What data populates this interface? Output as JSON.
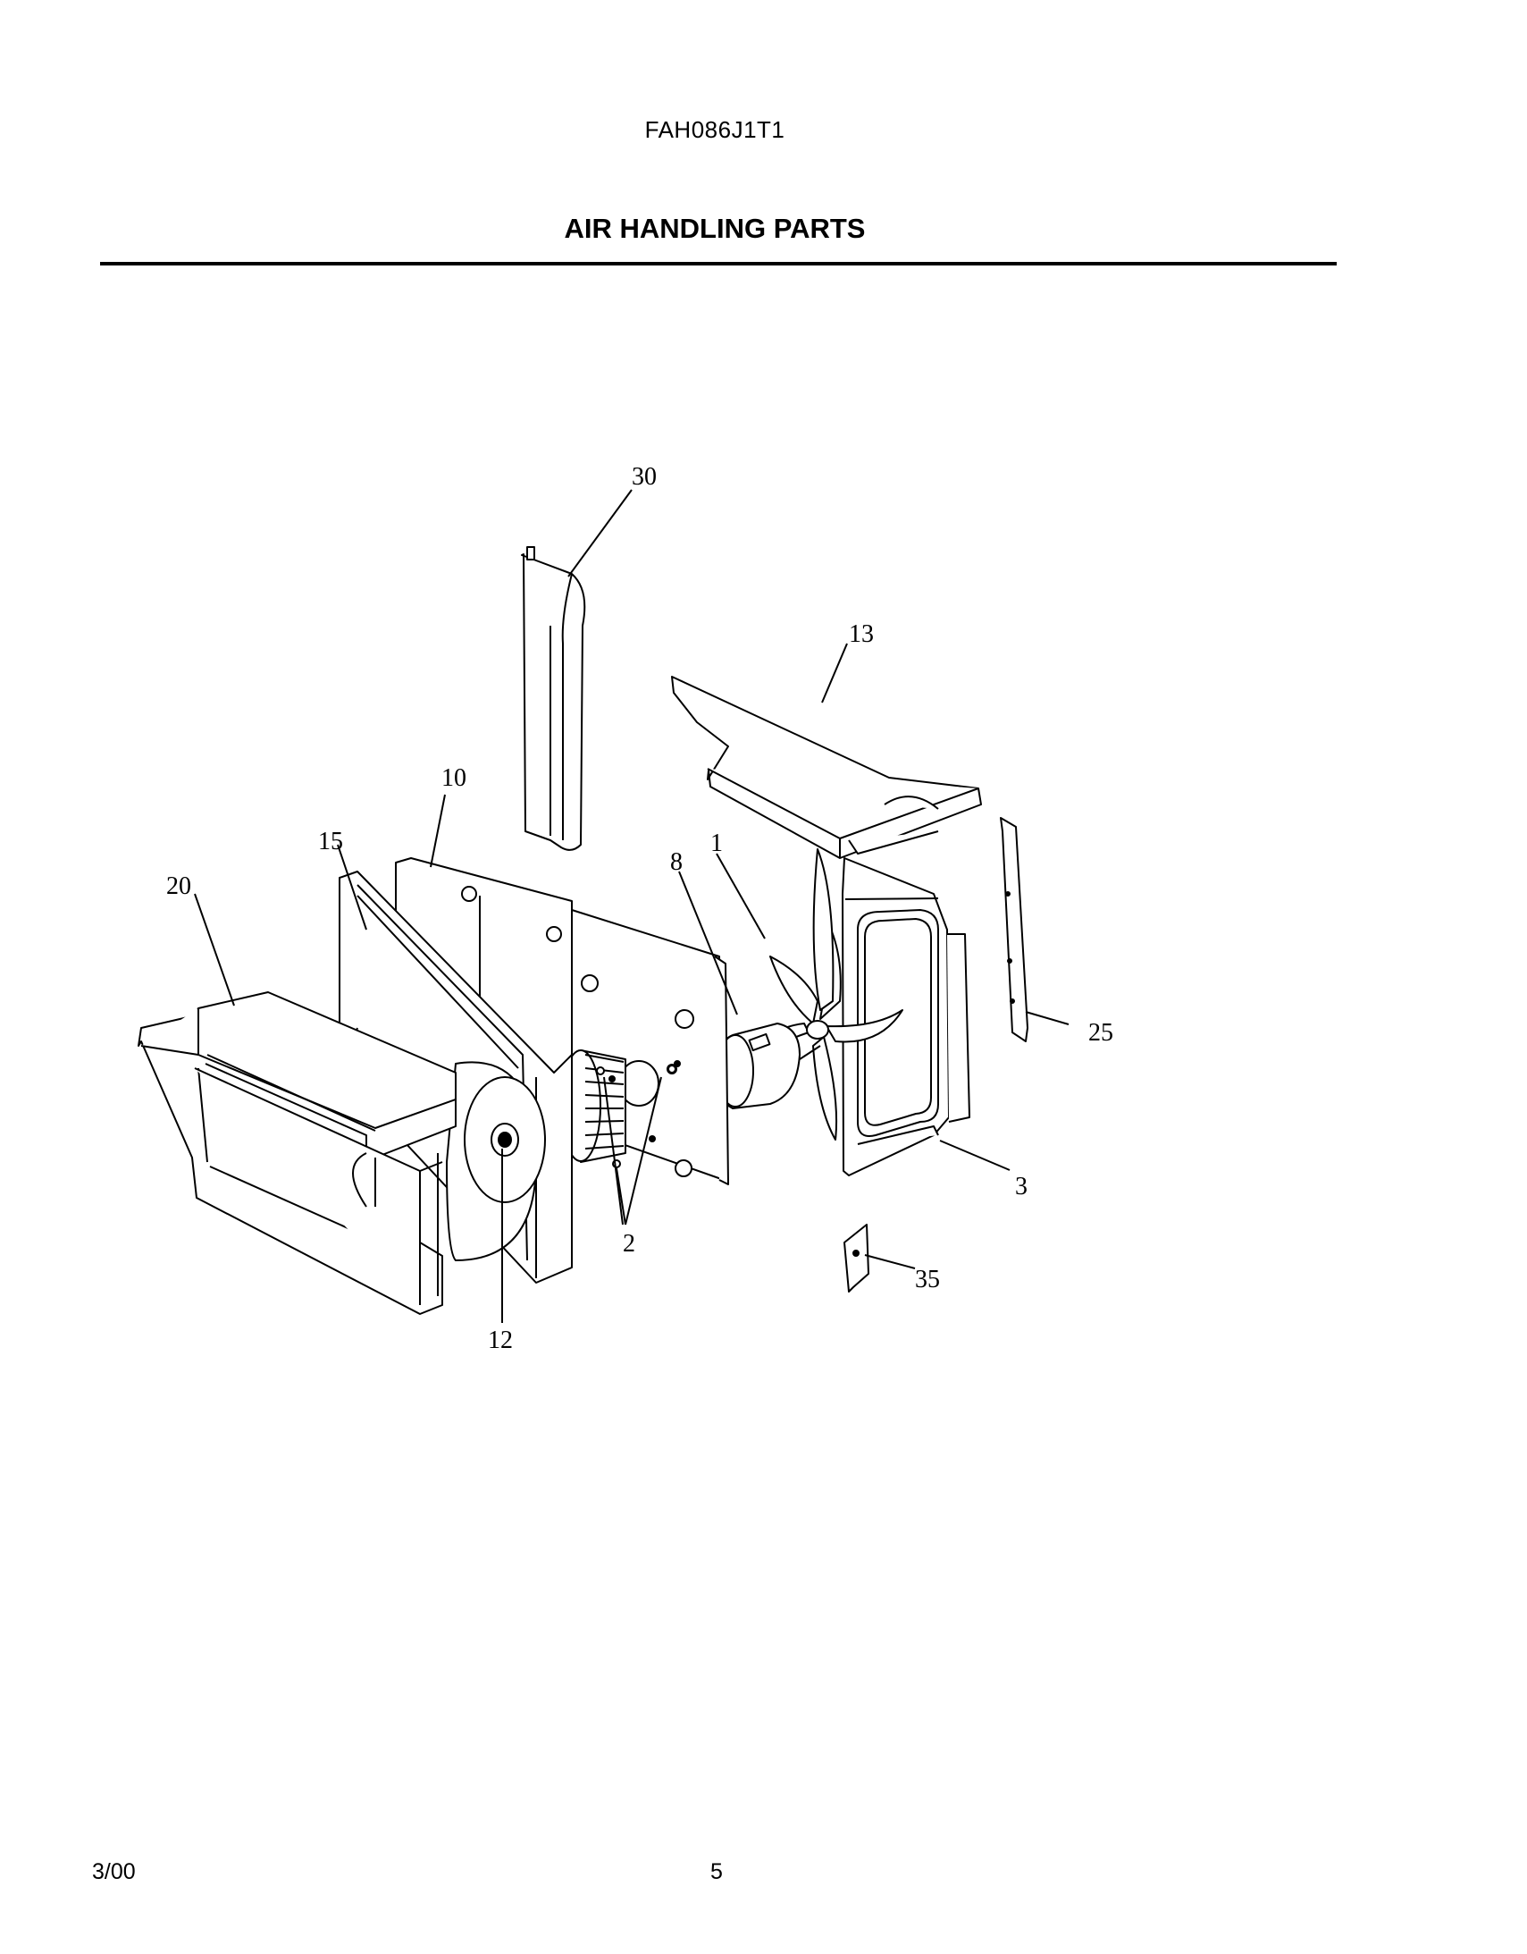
{
  "header": {
    "model": "FAH086J1T1",
    "title": "AIR HANDLING PARTS"
  },
  "diagram": {
    "callouts": {
      "c30": "30",
      "c13": "13",
      "c10": "10",
      "c15": "15",
      "c20": "20",
      "c8": "8",
      "c1": "1",
      "c25": "25",
      "c3": "3",
      "c2": "2",
      "c35": "35",
      "c12": "12"
    }
  },
  "footer": {
    "date": "3/00",
    "page": "5"
  }
}
